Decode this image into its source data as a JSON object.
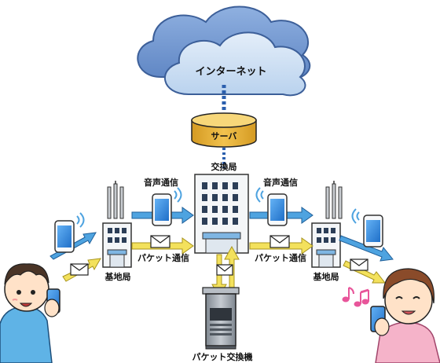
{
  "diagram": {
    "internet_label": "インターネット",
    "server_label": "サーバ",
    "exchange_label": "交換局",
    "base_station_left_label": "基地局",
    "base_station_right_label": "基地局",
    "voice_left_label": "音声通信",
    "voice_right_label": "音声通信",
    "packet_left_label": "パケット通信",
    "packet_right_label": "パケット通信",
    "packet_switch_label": "パケット交換機"
  },
  "colors": {
    "cloud_dark": "#6e93cc",
    "cloud_light": "#c9dcf2",
    "server_gold": "#e6b43c",
    "phone_screen": "#3b8ee0",
    "arrow_blue": "#4ea3e0",
    "arrow_yellow": "#f3e15c",
    "building_blue": "#7fb6e3",
    "girl_shirt": "#f5b3c9",
    "boy_shirt": "#5fb3e6",
    "music_note": "#e8559a"
  }
}
